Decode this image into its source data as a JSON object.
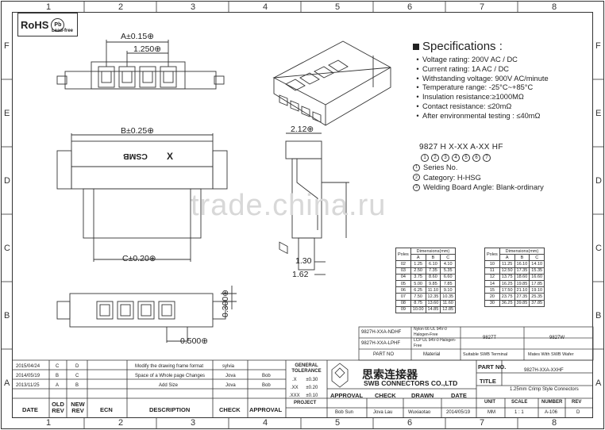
{
  "rohs": {
    "label": "RoHS",
    "pb": "Pb",
    "leadfree": "Lead-free"
  },
  "zones": {
    "top": [
      "1",
      "2",
      "3",
      "4",
      "5",
      "6",
      "7",
      "8"
    ],
    "bottom": [
      "1",
      "2",
      "3",
      "4",
      "5",
      "6",
      "7",
      "8"
    ],
    "left": [
      "F",
      "E",
      "D",
      "C",
      "B",
      "A"
    ],
    "right": [
      "F",
      "E",
      "D",
      "C",
      "B",
      "A"
    ]
  },
  "dims": {
    "a": "A±0.15⊕",
    "p1250": "1.250⊕",
    "b": "B±0.25⊕",
    "c": "C±0.20⊕",
    "d212": "2.12⊕",
    "d130": "1.30",
    "d162": "1.62",
    "p0500": "0.500⊕",
    "p0300": "0.300⊕",
    "mark_csmb": "CSMB",
    "mark_x": "X"
  },
  "specs": {
    "title": "Specifications :",
    "items": [
      "Voltage rating: 200V AC / DC",
      "Current rating: 1A AC / DC",
      "Withstanding voltage: 900V AC/minute",
      "Temperature range: -25°C~+85°C",
      "Insulation resistance:≥1000MΩ",
      "Contact resistance: ≤20mΩ",
      "After environmental testing : ≤40mΩ"
    ],
    "bullet": "•"
  },
  "partcode": {
    "code": "9827 H X-XX A-XX HF",
    "circles": [
      "1",
      "2",
      "3",
      "4",
      "5",
      "6",
      "7"
    ],
    "notes": [
      {
        "n": "1",
        "text": "Series No."
      },
      {
        "n": "2",
        "text": "Category: H-HSG"
      },
      {
        "n": "3",
        "text": "Welding Board Angle: Blank-ordinary"
      }
    ]
  },
  "dimtable": {
    "header_poles": "Poles",
    "header_dims": "Dimensions(mm)",
    "cols": [
      "A",
      "B",
      "C"
    ],
    "left": [
      [
        "02",
        "1.25",
        "6.10",
        "4.10"
      ],
      [
        "03",
        "2.50",
        "7.35",
        "5.35"
      ],
      [
        "04",
        "3.75",
        "8.60",
        "6.60"
      ],
      [
        "05",
        "5.00",
        "9.85",
        "7.85"
      ],
      [
        "06",
        "6.25",
        "11.10",
        "9.10"
      ],
      [
        "07",
        "7.50",
        "12.35",
        "10.35"
      ],
      [
        "08",
        "8.75",
        "13.60",
        "11.60"
      ],
      [
        "09",
        "10.00",
        "14.85",
        "12.85"
      ]
    ],
    "right": [
      [
        "10",
        "11.25",
        "16.10",
        "14.10"
      ],
      [
        "11",
        "12.50",
        "17.35",
        "15.35"
      ],
      [
        "12",
        "13.75",
        "18.60",
        "16.60"
      ],
      [
        "14",
        "16.25",
        "19.85",
        "17.85"
      ],
      [
        "15",
        "17.50",
        "21.10",
        "19.10"
      ],
      [
        "20",
        "23.75",
        "27.35",
        "25.35"
      ],
      [
        "30",
        "36.25",
        "39.85",
        "37.85"
      ]
    ]
  },
  "material": {
    "rows": [
      [
        "9827H-XXA-NDHF",
        "Nylon 66 UL 94V-0 Halogen-Free"
      ],
      [
        "9827H-XXA-LPHF",
        "LCP UL 94V-0 Halogen-Free"
      ]
    ],
    "terminal": "9827T",
    "wafer": "9827W",
    "footer": [
      "PART NO",
      "Material",
      "Suitable SWB Terminal",
      "Mates With SWB Wafer"
    ]
  },
  "revisions": [
    {
      "date": "2015/04/24",
      "old": "C",
      "new": "D",
      "desc": "Modify the drawing frame format",
      "check": "sylvia",
      "approval": ""
    },
    {
      "date": "2014/05/19",
      "old": "B",
      "new": "C",
      "desc": "Space of a Whole page Changes",
      "check": "Jova",
      "approval": "Bob"
    },
    {
      "date": "2013/11/25",
      "old": "A",
      "new": "B",
      "desc": "Add Size",
      "check": "Jova",
      "approval": "Bob"
    }
  ],
  "revheaders": [
    "DATE",
    "OLD REV",
    "NEW REV",
    "ECN",
    "DESCRIPTION",
    "CHECK",
    "APPROVAL"
  ],
  "tolerance": {
    "title": "GENERAL TOLERANCE",
    "rows": [
      [
        ".X",
        "±0.30"
      ],
      [
        ".XX",
        "±0.20"
      ],
      [
        ".XXX",
        "±0.10"
      ]
    ],
    "project": "PROJECT"
  },
  "company": {
    "cn": "思索连接器",
    "name": "SWB CONNECTORS CO.,LTD"
  },
  "approvals": {
    "headers": [
      "APPROVAL",
      "CHECK",
      "DRAWN",
      "DATE"
    ],
    "values": [
      "Bob Sun",
      "Jova Lau",
      "Wuxiaotao",
      "2014/05/19"
    ]
  },
  "titleblock": {
    "partno_label": "PART NO.",
    "partno": "9827H-XXA-XXHF",
    "title_label": "TITLE",
    "title": "1.25mm Crimp Style Connectors",
    "unit_label": "UNIT",
    "unit": "MM",
    "scale_label": "SCALE",
    "scale": "1 : 1",
    "number_label": "NUMBER",
    "number": "A-106",
    "rev_label": "REV",
    "rev": "D"
  },
  "watermark": "trade.china.ru"
}
